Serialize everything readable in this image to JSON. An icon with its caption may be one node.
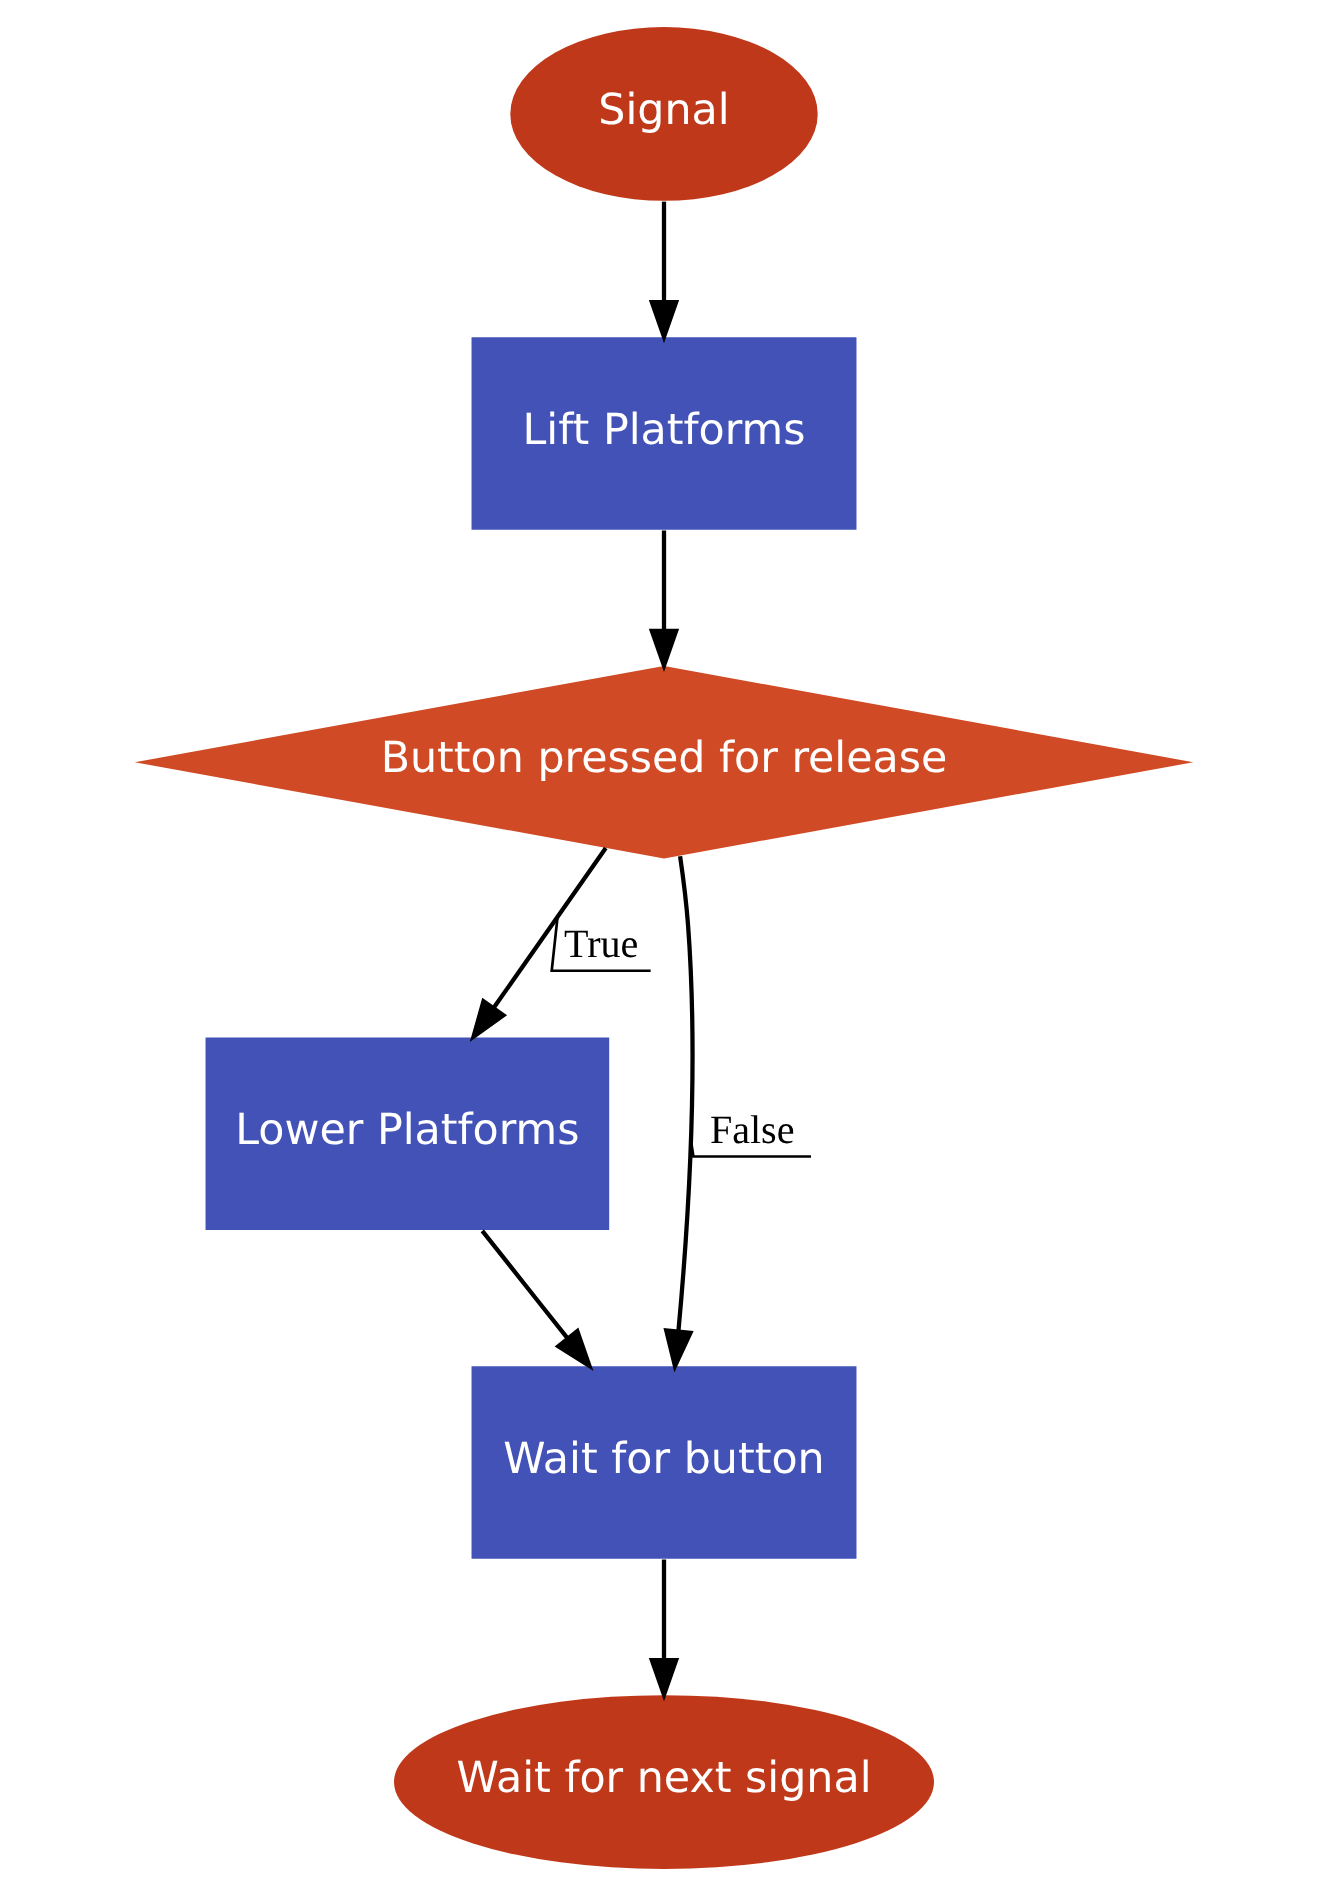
{
  "diagram": {
    "nodes": [
      {
        "text": [
          "Signal"
        ]
      },
      {
        "text": [
          "Lift Platforms"
        ]
      },
      {
        "text": [
          "Button pressed for release"
        ]
      },
      {
        "text": [
          "Lower Platforms"
        ]
      },
      {
        "text": [
          "Wait for button"
        ]
      },
      {
        "text": [
          "Wait for next signal"
        ]
      }
    ],
    "edges": [
      {
        "from": 0,
        "to": 1,
        "arrow": "to"
      },
      {
        "from": 1,
        "to": 2,
        "arrow": "to"
      },
      {
        "from": 2,
        "to": 3,
        "arrow": "to",
        "label": "True"
      },
      {
        "from": 2,
        "to": 4,
        "arrow": "to",
        "label": "False"
      },
      {
        "from": 3,
        "to": 4,
        "arrow": "to"
      },
      {
        "from": 4,
        "to": 5,
        "arrow": "to"
      }
    ]
  }
}
